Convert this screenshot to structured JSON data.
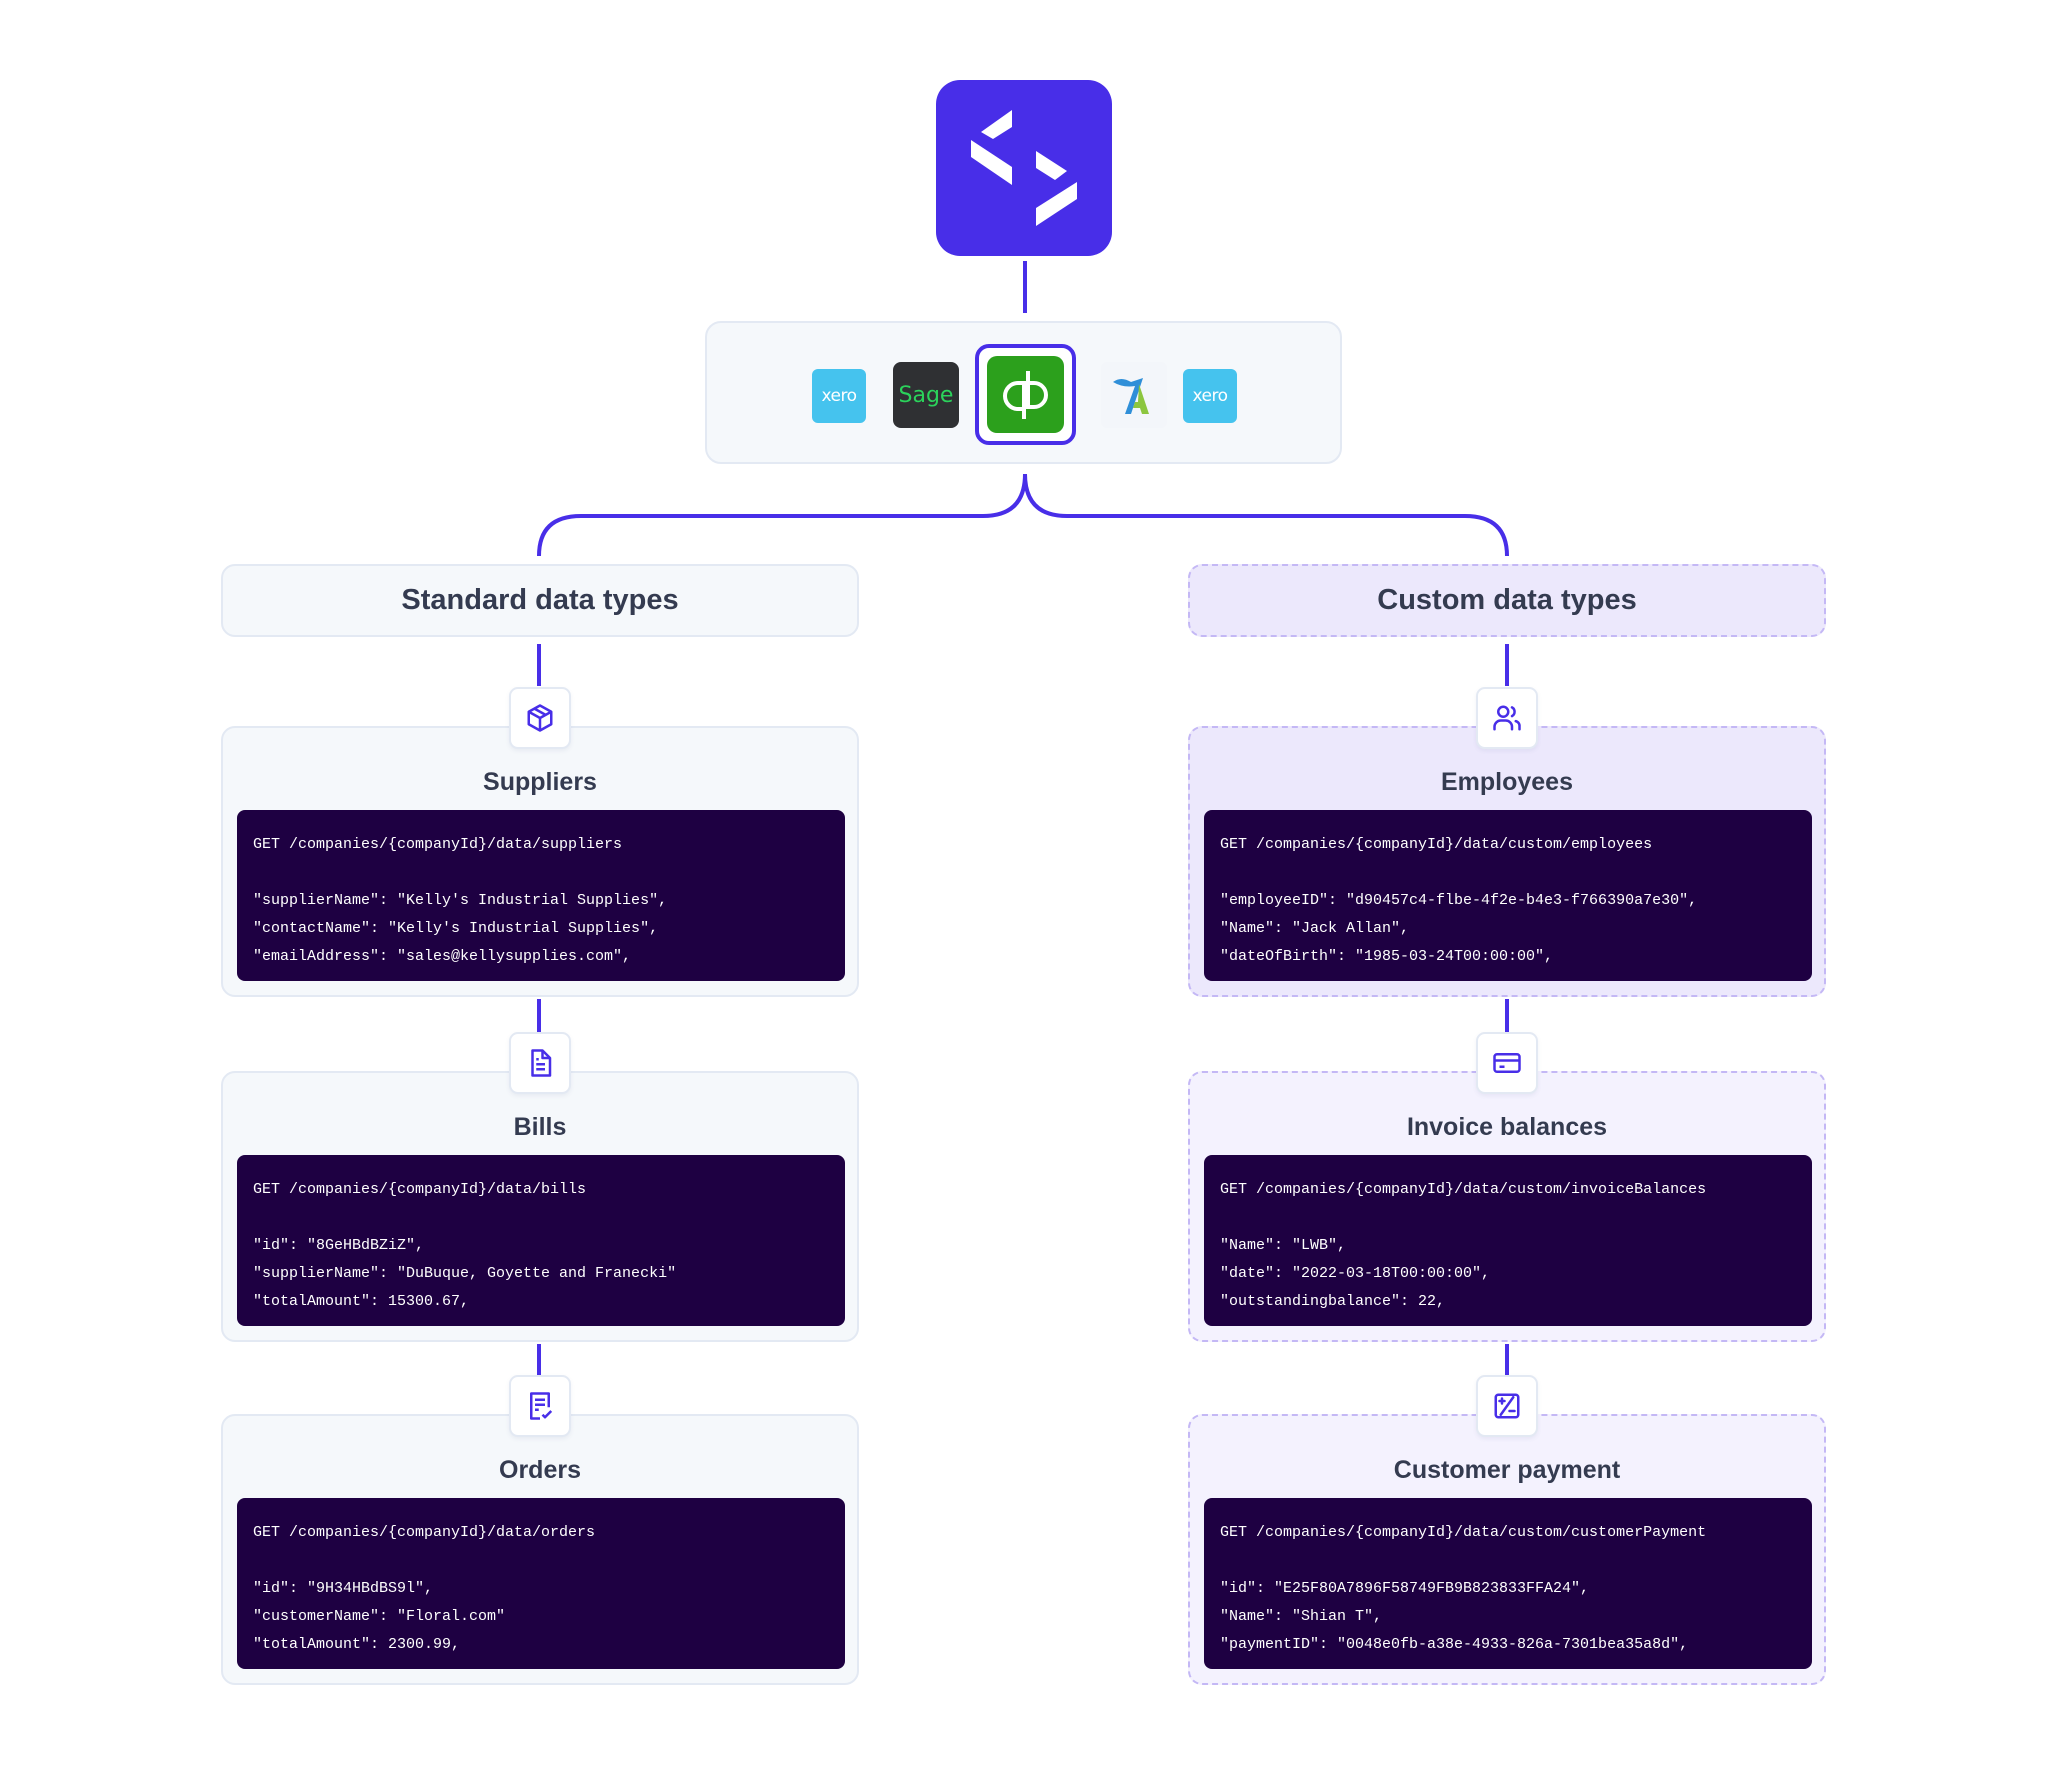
{
  "colors": {
    "accent": "#482ee8",
    "code_bg": "#1e0042",
    "text": "#343b50",
    "custom_bg": "#ece8fc",
    "standard_bg": "#f5f8fb"
  },
  "logo": {
    "icon": "codat-logo-icon"
  },
  "integrations": [
    {
      "name": "xero",
      "label": "xero"
    },
    {
      "name": "sage",
      "label": "Sage"
    },
    {
      "name": "quickbooks",
      "label": "qb",
      "selected": true
    },
    {
      "name": "translate-accounting",
      "label": ""
    },
    {
      "name": "xero",
      "label": "xero"
    }
  ],
  "standard": {
    "title": "Standard data types",
    "cards": [
      {
        "title": "Suppliers",
        "icon": "cube-icon",
        "endpoint": "GET /companies/{companyId}/data/suppliers",
        "lines": [
          "\"supplierName\": \"Kelly's Industrial Supplies\",",
          "\"contactName\": \"Kelly's Industrial Supplies\",",
          "\"emailAddress\": \"sales@kellysupplies.com\","
        ]
      },
      {
        "title": "Bills",
        "icon": "document-icon",
        "endpoint": "GET /companies/{companyId}/data/bills",
        "lines": [
          "\"id\": \"8GeHBdBZiZ\",",
          "\"supplierName\": \"DuBuque, Goyette and Franecki\"",
          "\"totalAmount\": 15300.67,"
        ]
      },
      {
        "title": "Orders",
        "icon": "receipt-check-icon",
        "endpoint": "GET /companies/{companyId}/data/orders",
        "lines": [
          "\"id\": \"9H34HBdBS9l\",",
          "\"customerName\": \"Floral.com\"",
          "\"totalAmount\": 2300.99,"
        ]
      }
    ]
  },
  "custom": {
    "title": "Custom data types",
    "cards": [
      {
        "title": "Employees",
        "icon": "users-icon",
        "endpoint": "GET /companies/{companyId}/data/custom/employees",
        "lines": [
          "\"employeeID\": \"d90457c4-flbe-4f2e-b4e3-f766390a7e30\",",
          "\"Name\": \"Jack Allan\",",
          "\"dateOfBirth\": \"1985-03-24T00:00:00\","
        ]
      },
      {
        "title": "Invoice balances",
        "icon": "credit-card-icon",
        "endpoint": "GET /companies/{companyId}/data/custom/invoiceBalances",
        "lines": [
          "\"Name\": \"LWB\",",
          "\"date\": \"2022-03-18T00:00:00\",",
          "\"outstandingbalance\": 22,"
        ]
      },
      {
        "title": "Customer payment",
        "icon": "plus-minus-icon",
        "endpoint": "GET /companies/{companyId}/data/custom/customerPayment",
        "lines": [
          "\"id\": \"E25F80A7896F58749FB9B823833FFA24\",",
          "\"Name\": \"Shian T\",",
          "\"paymentID\": \"0048e0fb-a38e-4933-826a-7301bea35a8d\","
        ]
      }
    ]
  }
}
